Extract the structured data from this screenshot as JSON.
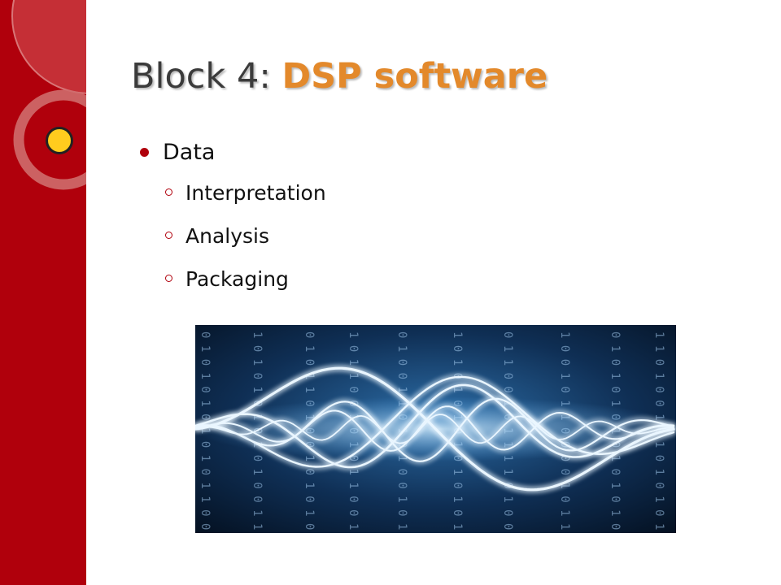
{
  "slide": {
    "title_prefix": "Block 4: ",
    "title_accent": "DSP software",
    "accent_color": "#e3892b",
    "sidebar_color": "#b0000c"
  },
  "bullets": {
    "main": "Data",
    "sub": [
      "Interpretation",
      "Analysis",
      "Packaging"
    ]
  },
  "image": {
    "icon": "binary-waveform-image",
    "digits": [
      "0 1 0 1 0 1 0 1 0",
      "1 0 1 0 1 0 1 0 1",
      "0 1 0 1 1 0 1 0 0",
      "1 0 1 1 0 0 1 0 1",
      "0 1 0 0 1 1 0 1 0",
      "1 0 1 0 1 0 1 0 1",
      "0 1 1 0 0 1 0 1 1",
      "1 0 0 1 0 1 1 0 0",
      "0 1 0 1 0 1 0 1 0",
      "1 1 0 1 0 0 1 0 1",
      "0 0 1 0 1 1 0 1 0",
      "1 0 1 0 1 0 1 0 1",
      "0 1 0 1 0 1 0 1 0"
    ]
  }
}
